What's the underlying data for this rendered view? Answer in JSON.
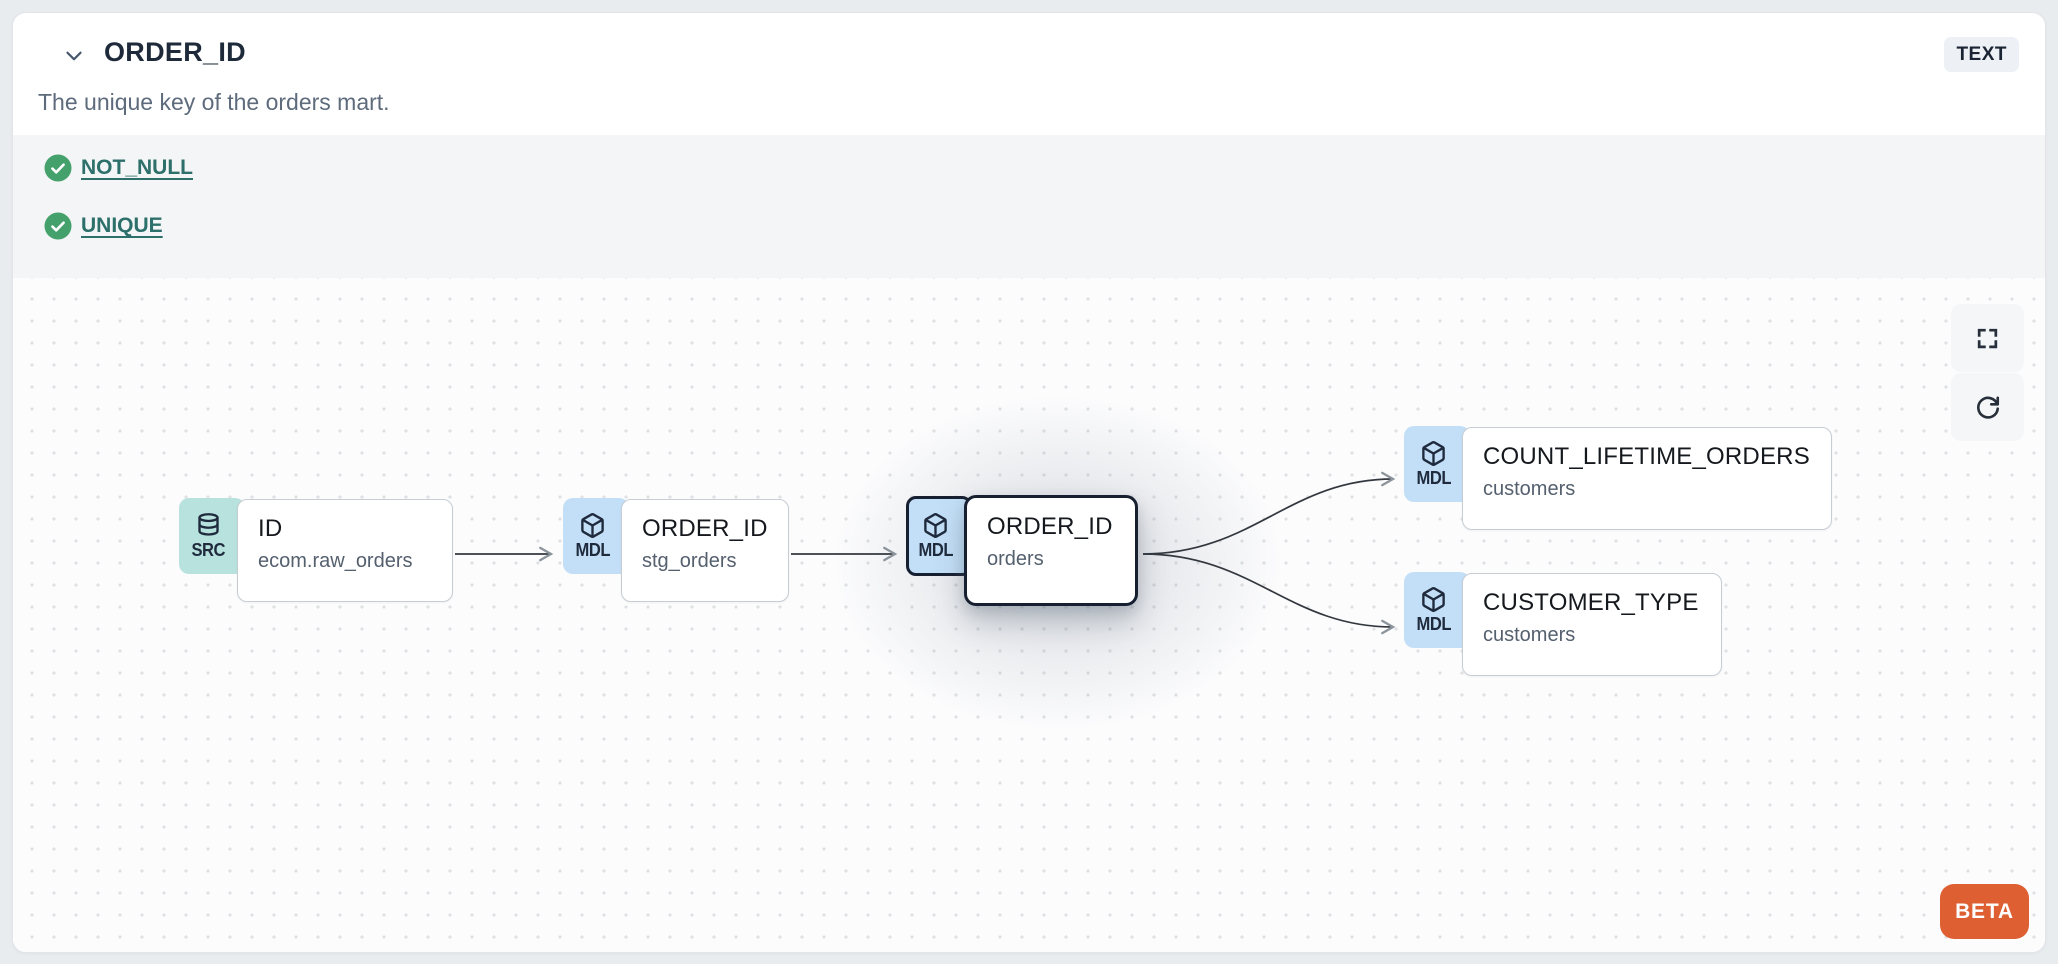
{
  "header": {
    "title": "ORDER_ID",
    "description": "The unique key of the orders mart.",
    "type_badge": "TEXT",
    "collapse_icon": "chevron-down"
  },
  "tests": {
    "items": [
      {
        "label": "NOT_NULL",
        "status": "pass",
        "icon": "check-circle"
      },
      {
        "label": "UNIQUE",
        "status": "pass",
        "icon": "check-circle"
      }
    ]
  },
  "lineage": {
    "nodes": [
      {
        "kind": "SRC",
        "icon": "database-icon",
        "title": "ID",
        "subtitle": "ecom.raw_orders",
        "selected": false
      },
      {
        "kind": "MDL",
        "icon": "cube-icon",
        "title": "ORDER_ID",
        "subtitle": "stg_orders",
        "selected": false
      },
      {
        "kind": "MDL",
        "icon": "cube-icon",
        "title": "ORDER_ID",
        "subtitle": "orders",
        "selected": true
      },
      {
        "kind": "MDL",
        "icon": "cube-icon",
        "title": "COUNT_LIFETIME_ORDERS",
        "subtitle": "customers",
        "selected": false
      },
      {
        "kind": "MDL",
        "icon": "cube-icon",
        "title": "CUSTOMER_TYPE",
        "subtitle": "customers",
        "selected": false
      }
    ],
    "edges": [
      {
        "from": 0,
        "to": 1
      },
      {
        "from": 1,
        "to": 2
      },
      {
        "from": 2,
        "to": 3
      },
      {
        "from": 2,
        "to": 4
      }
    ],
    "controls": [
      {
        "icon": "fullscreen"
      },
      {
        "icon": "refresh"
      }
    ],
    "beta_label": "BETA"
  },
  "colors": {
    "accent_orange": "#dd5f32",
    "badge_src_bg": "#b7e2dd",
    "badge_mdl_bg": "#c3dff7",
    "test_pass_green": "#44a16c",
    "link_teal": "#2d6f6a",
    "selected_border": "#172031",
    "canvas_dot": "#dfe1e4"
  }
}
